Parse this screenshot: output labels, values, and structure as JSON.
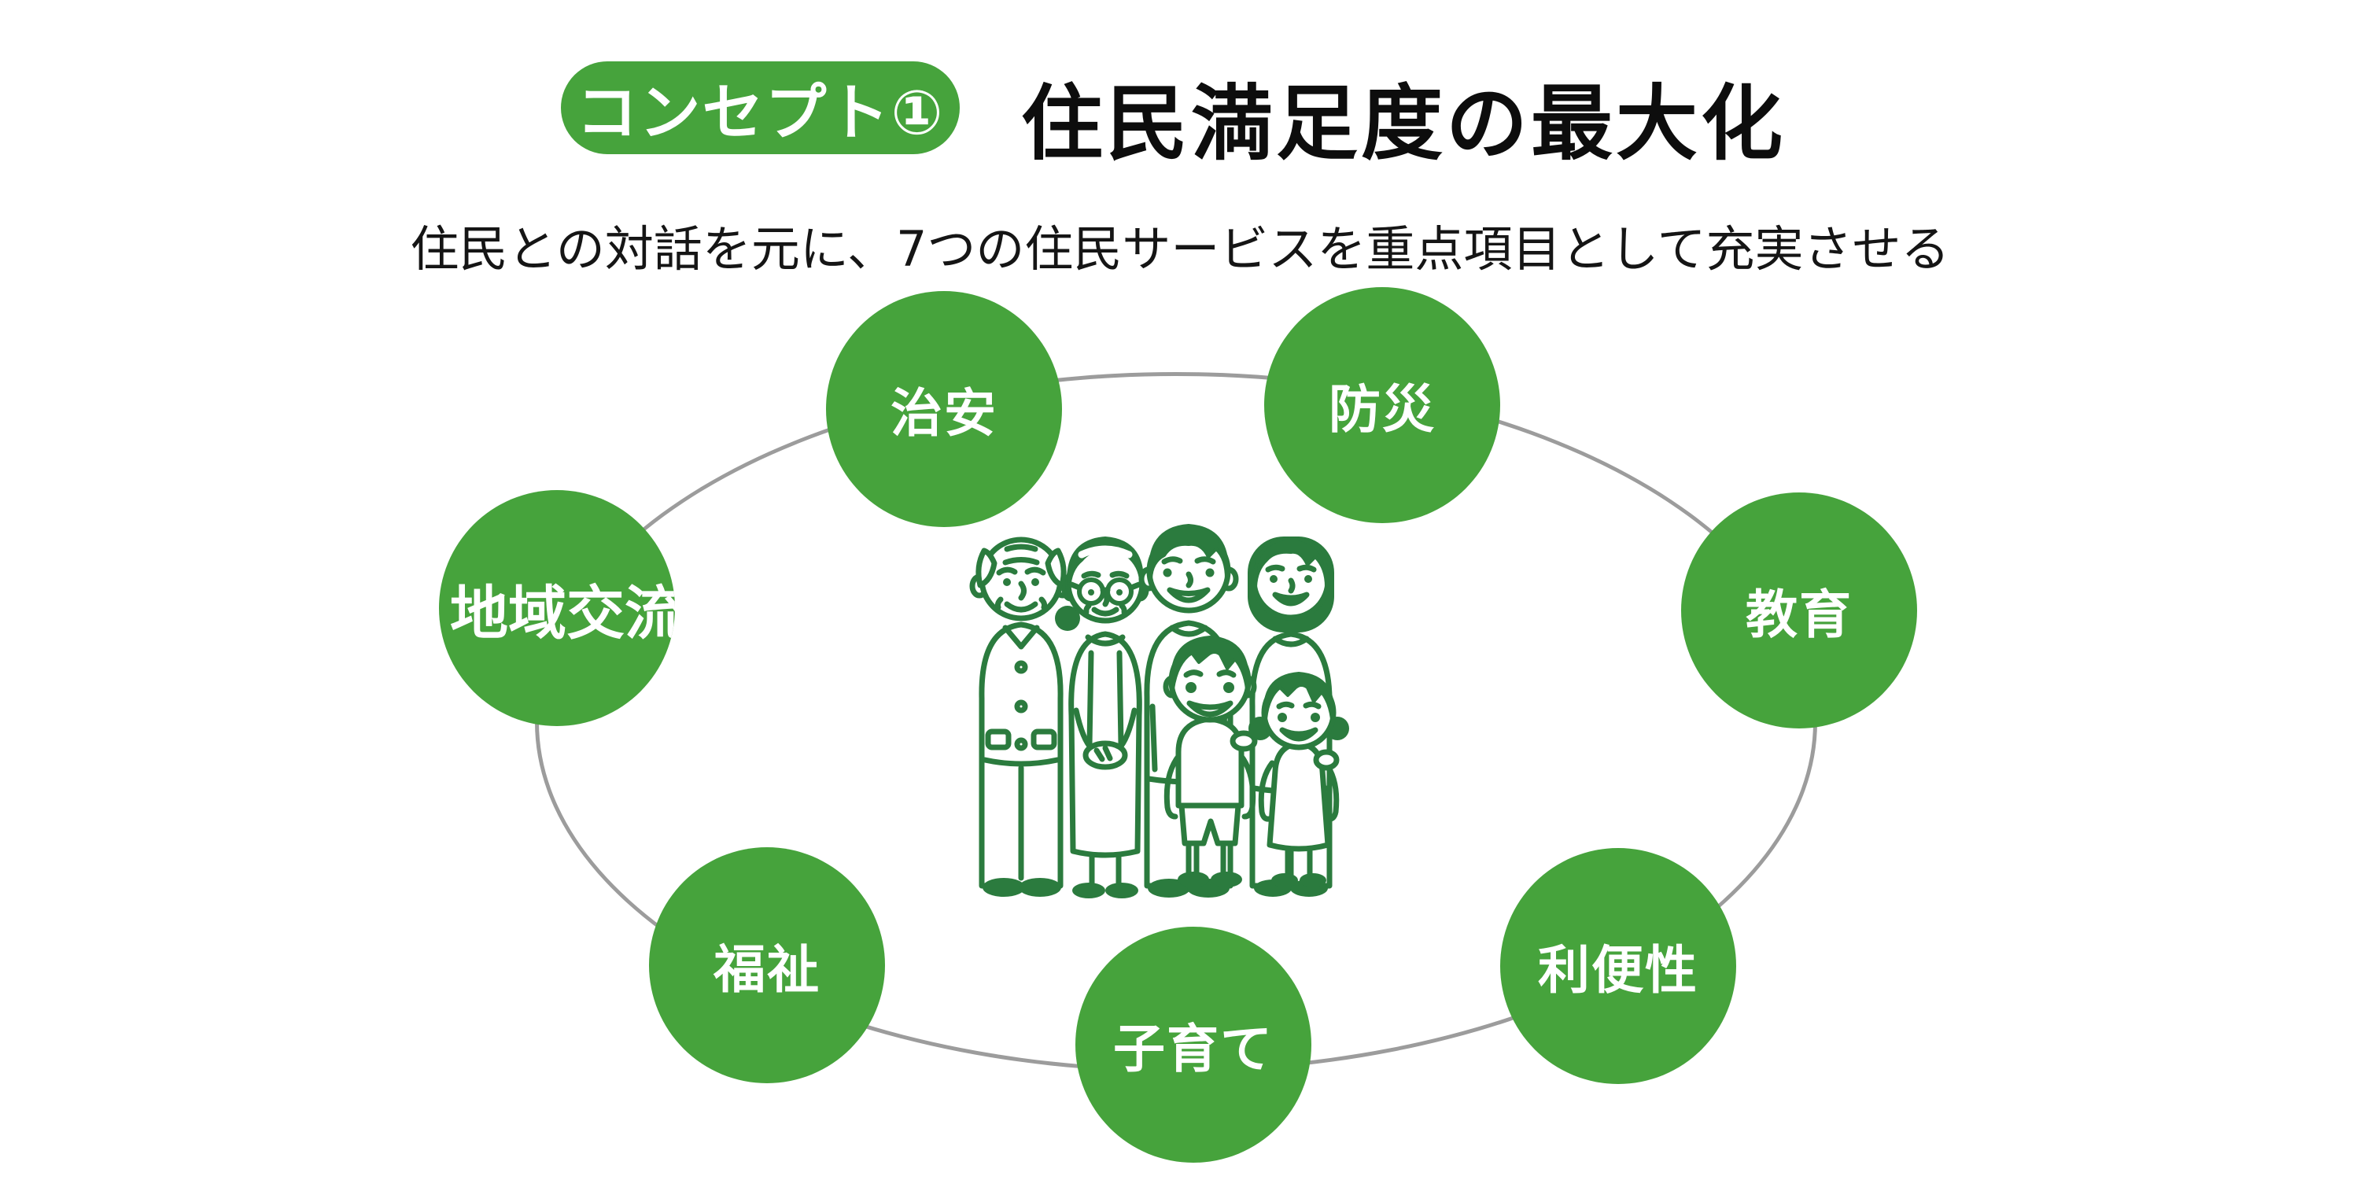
{
  "header": {
    "badge_label": "コンセプト①",
    "title": "住民満足度の最大化",
    "subtitle": "住民との対話を元に、7つの住民サービスを重点項目として充実させる"
  },
  "diagram": {
    "items": [
      {
        "label": "治安"
      },
      {
        "label": "防災"
      },
      {
        "label": "地域交流"
      },
      {
        "label": "教育"
      },
      {
        "label": "福祉"
      },
      {
        "label": "子育て"
      },
      {
        "label": "利便性"
      }
    ],
    "item_count": 7,
    "center_illustration": "three-generation-family-illustration"
  },
  "colors": {
    "accent_green": "#46a33c",
    "illustration_green": "#2b7b3e",
    "orbit_gray": "#9c9c9c",
    "title_black": "#0d0d0d",
    "circle_text": "#ffffff"
  }
}
